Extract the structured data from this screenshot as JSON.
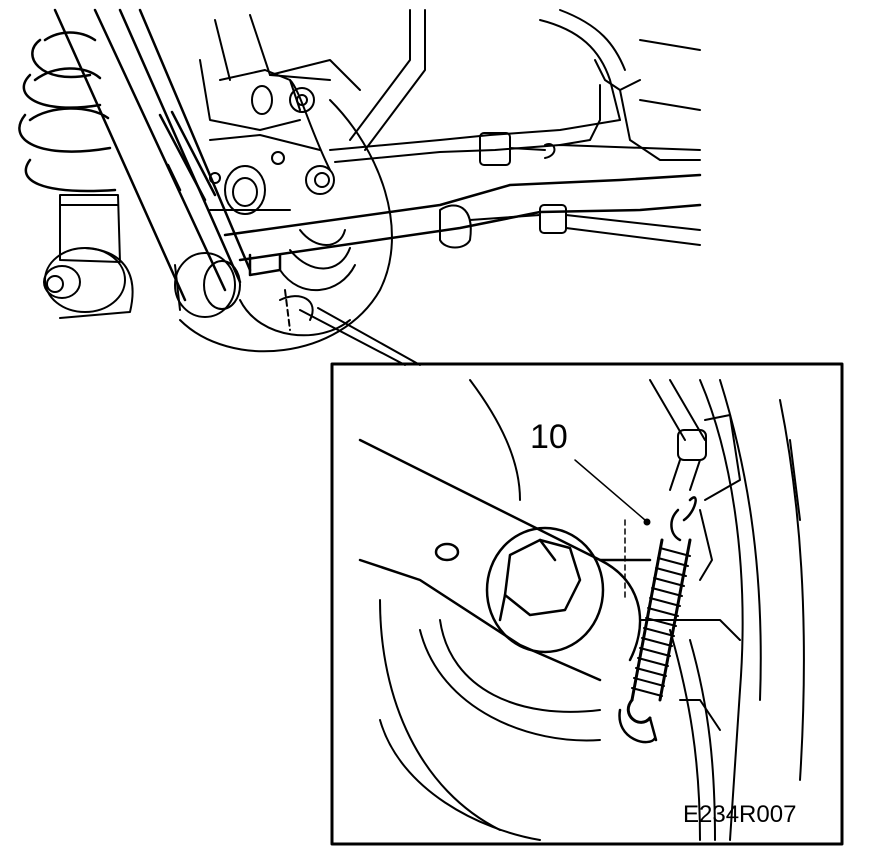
{
  "callout": {
    "number": "10",
    "target": "spring"
  },
  "figure": {
    "code": "E234R007"
  },
  "colors": {
    "line": "#000000",
    "background": "#ffffff"
  }
}
